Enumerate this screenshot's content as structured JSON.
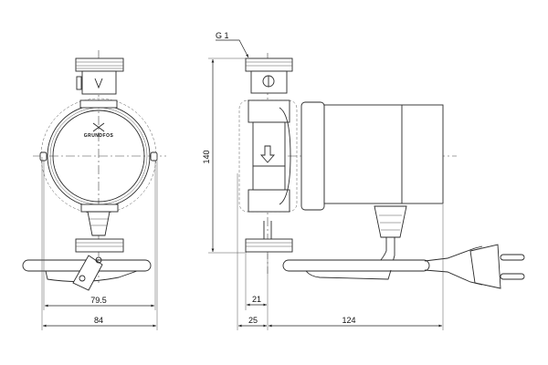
{
  "drawing": {
    "thread_label": "G 1",
    "logo_text": "GRUNDFOS",
    "dimensions": {
      "height": "140",
      "width_inner": "79.5",
      "width_outer": "84",
      "port_offset_small": "21",
      "port_offset": "25",
      "length": "124"
    }
  }
}
